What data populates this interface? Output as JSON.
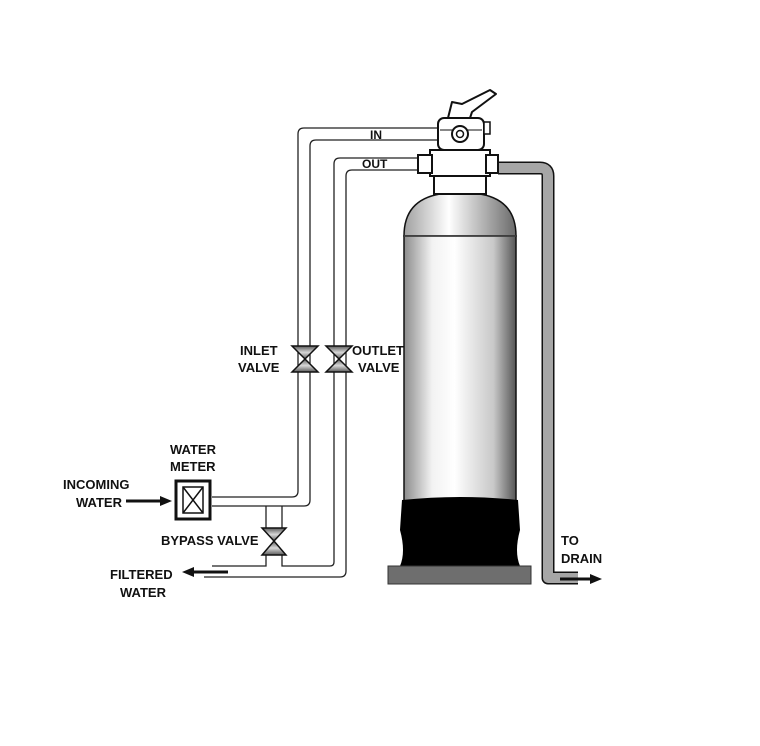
{
  "labels": {
    "in": "IN",
    "out": "OUT",
    "inlet_valve": [
      "INLET",
      "VALVE"
    ],
    "outlet_valve": [
      "OUTLET",
      "VALVE"
    ],
    "water_meter": [
      "WATER",
      "METER"
    ],
    "incoming_water": [
      "INCOMING",
      "WATER"
    ],
    "bypass_valve": "BYPASS VALVE",
    "filtered_water": [
      "FILTERED",
      "WATER"
    ],
    "to_drain": [
      "TO",
      "DRAIN"
    ]
  },
  "colors": {
    "line": "#111111",
    "drain_pipe": "#a6a6a6",
    "base_plate": "#6e6e6e",
    "tank_base": "#000000",
    "valve_fill": "#8a8a8a"
  }
}
